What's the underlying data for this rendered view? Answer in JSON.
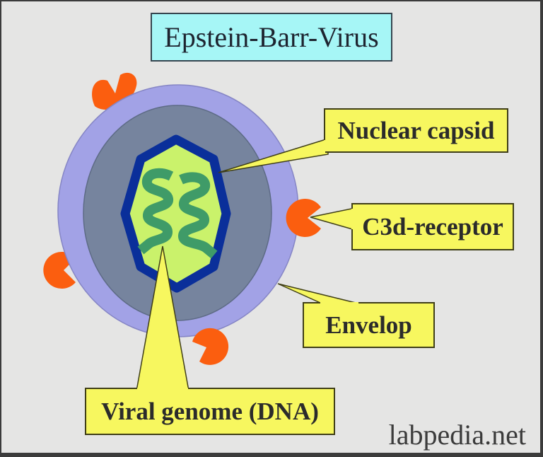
{
  "title": "Epstein-Barr-Virus",
  "watermark": "labpedia.net",
  "labels": {
    "nuclear_capsid": "Nuclear capsid",
    "c3d_receptor": "C3d-receptor",
    "envelop": "Envelop",
    "viral_genome": "Viral genome (DNA)"
  },
  "colors": {
    "background": "#e5e5e4",
    "frame_border": "#3b3b3b",
    "title_fill": "#a6f6f6",
    "label_fill": "#f7f75f",
    "label_border": "#3f3e17",
    "envelope": "#a2a2e6",
    "tegument": "#76849e",
    "capsid_border": "#0a2f9a",
    "capsid_fill": "#caf26b",
    "dna_strand": "#3f9b68",
    "receptor": "#fb5e0f",
    "text": "#2b2b2b"
  }
}
